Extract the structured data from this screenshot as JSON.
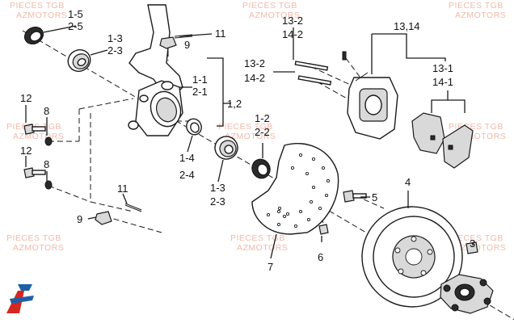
{
  "watermark": {
    "line1": "PIECES TGB",
    "line2": "AZMOTORS"
  },
  "callouts": {
    "c_1_5": "1-5",
    "c_2_5": "2-5",
    "c_1_3_top": "1-3",
    "c_2_3_top": "2-3",
    "c_11_top": "11",
    "c_9_top": "9",
    "c_1_1": "1-1",
    "c_2_1": "2-1",
    "c_1_2_group": "1,2",
    "c_12_a": "12",
    "c_8_a": "8",
    "c_12_b": "12",
    "c_8_b": "8",
    "c_1_4": "1-4",
    "c_2_4": "2-4",
    "c_1_3_mid": "1-3",
    "c_2_3_mid": "2-3",
    "c_1_2": "1-2",
    "c_2_2": "2-2",
    "c_11_bot": "11",
    "c_9_bot": "9",
    "c_13_2_top": "13-2",
    "c_14_2_top": "14-2",
    "c_13_2_mid": "13-2",
    "c_14_2_mid": "14-2",
    "c_13_14": "13,14",
    "c_13_1": "13-1",
    "c_14_1": "14-1",
    "c_4": "4",
    "c_5": "5",
    "c_6": "6",
    "c_7": "7",
    "c_3": "3"
  },
  "logo_icon": "af-logo-icon"
}
